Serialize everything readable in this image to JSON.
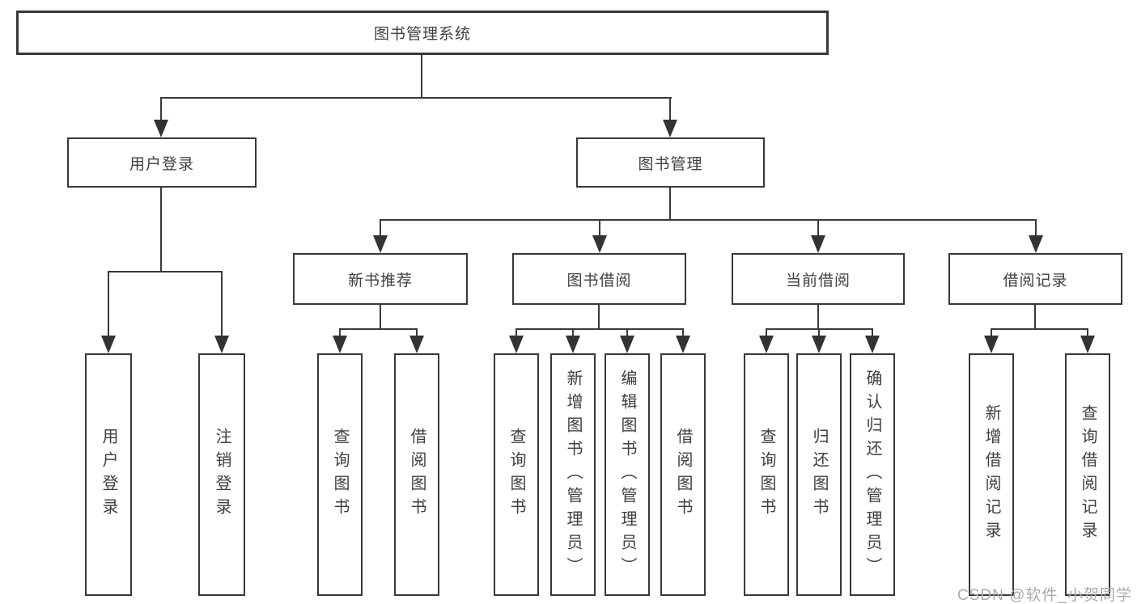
{
  "diagram_title": "图书管理系统",
  "tree": {
    "root": {
      "label": "图书管理系统",
      "children": [
        {
          "label": "用户登录",
          "children": [
            {
              "label": "用户登录"
            },
            {
              "label": "注销登录"
            }
          ]
        },
        {
          "label": "图书管理",
          "children": [
            {
              "label": "新书推荐",
              "children": [
                {
                  "label": "查询图书"
                },
                {
                  "label": "借阅图书"
                }
              ]
            },
            {
              "label": "图书借阅",
              "children": [
                {
                  "label": "查询图书"
                },
                {
                  "label": "新增图书（管理员）"
                },
                {
                  "label": "编辑图书（管理员）"
                },
                {
                  "label": "借阅图书"
                }
              ]
            },
            {
              "label": "当前借阅",
              "children": [
                {
                  "label": "查询图书"
                },
                {
                  "label": "归还图书"
                },
                {
                  "label": "确认归还（管理员）"
                }
              ]
            },
            {
              "label": "借阅记录",
              "children": [
                {
                  "label": "新增借阅记录"
                },
                {
                  "label": "查询借阅记录"
                }
              ]
            }
          ]
        }
      ]
    }
  },
  "watermark": "CSDN @软件_小贺同学",
  "colors": {
    "line": "#3a3a3a",
    "box_border": "#383838",
    "text": "#3f3f3f",
    "watermark": "#aaaaaa",
    "background": "#ffffff"
  }
}
